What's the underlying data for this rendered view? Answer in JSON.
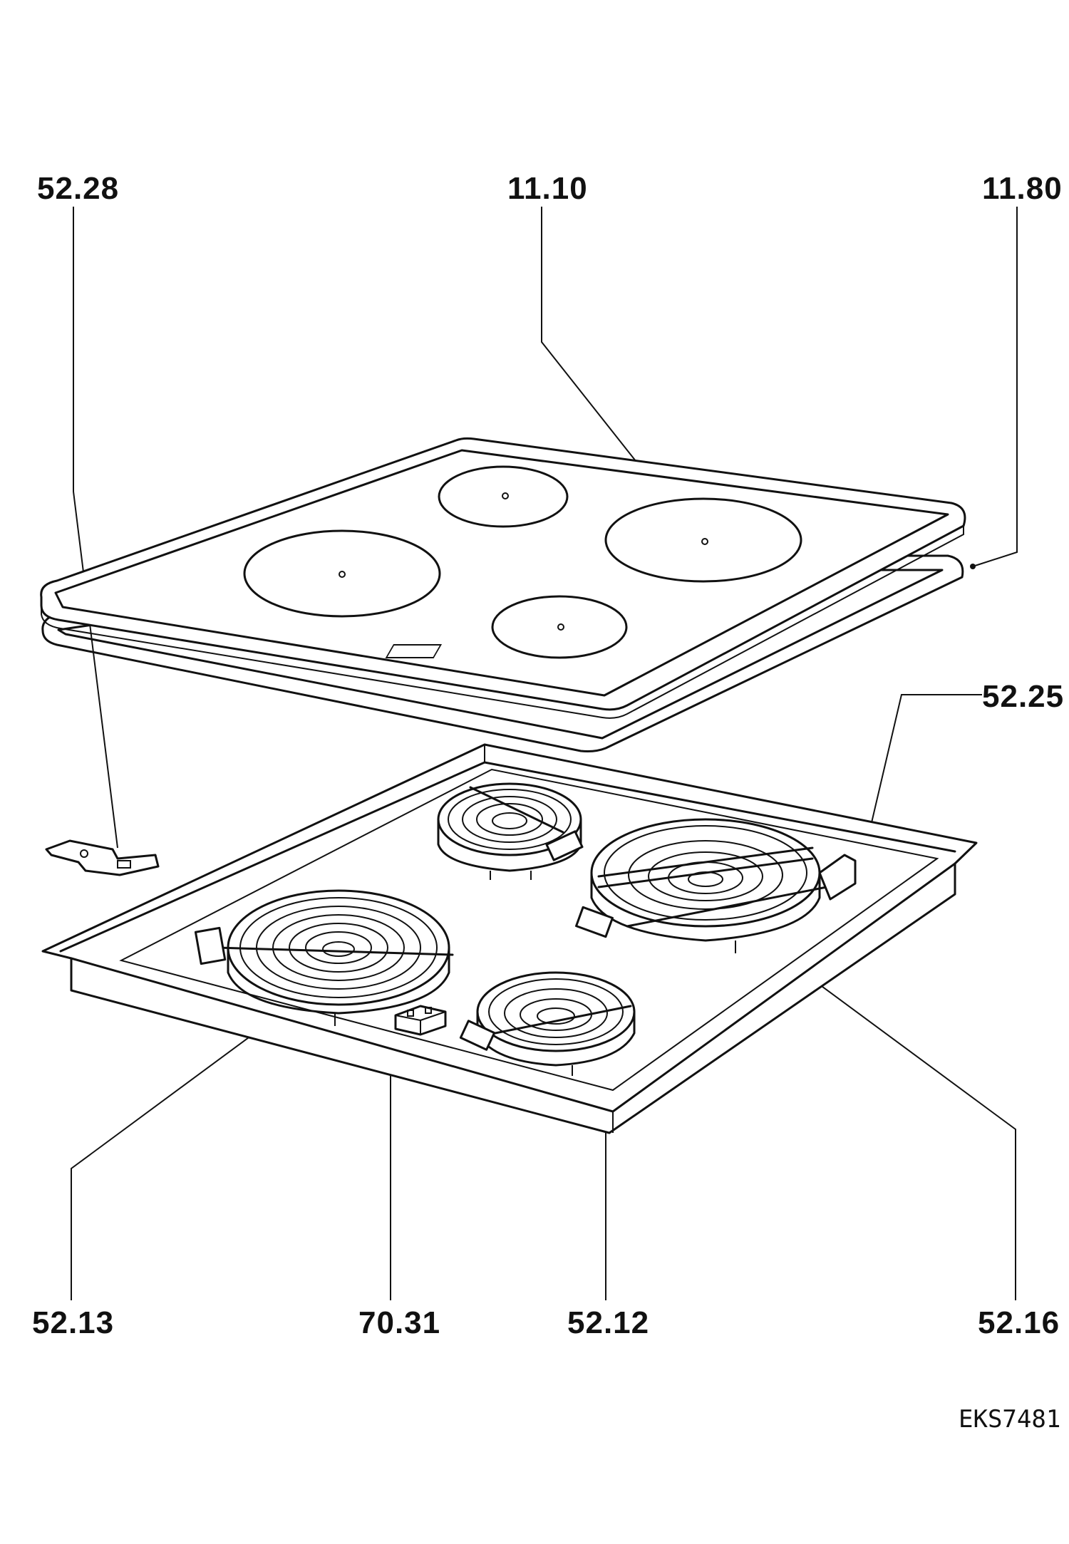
{
  "labels": {
    "glass_top": "11.10",
    "frame_seal": "11.80",
    "bracket": "52.28",
    "element_right_back": "52.25",
    "element_left_front": "52.13",
    "terminal_block": "70.31",
    "element_right_front": "52.12",
    "element_right_large": "52.16"
  },
  "drawing_code": "EKS7481"
}
